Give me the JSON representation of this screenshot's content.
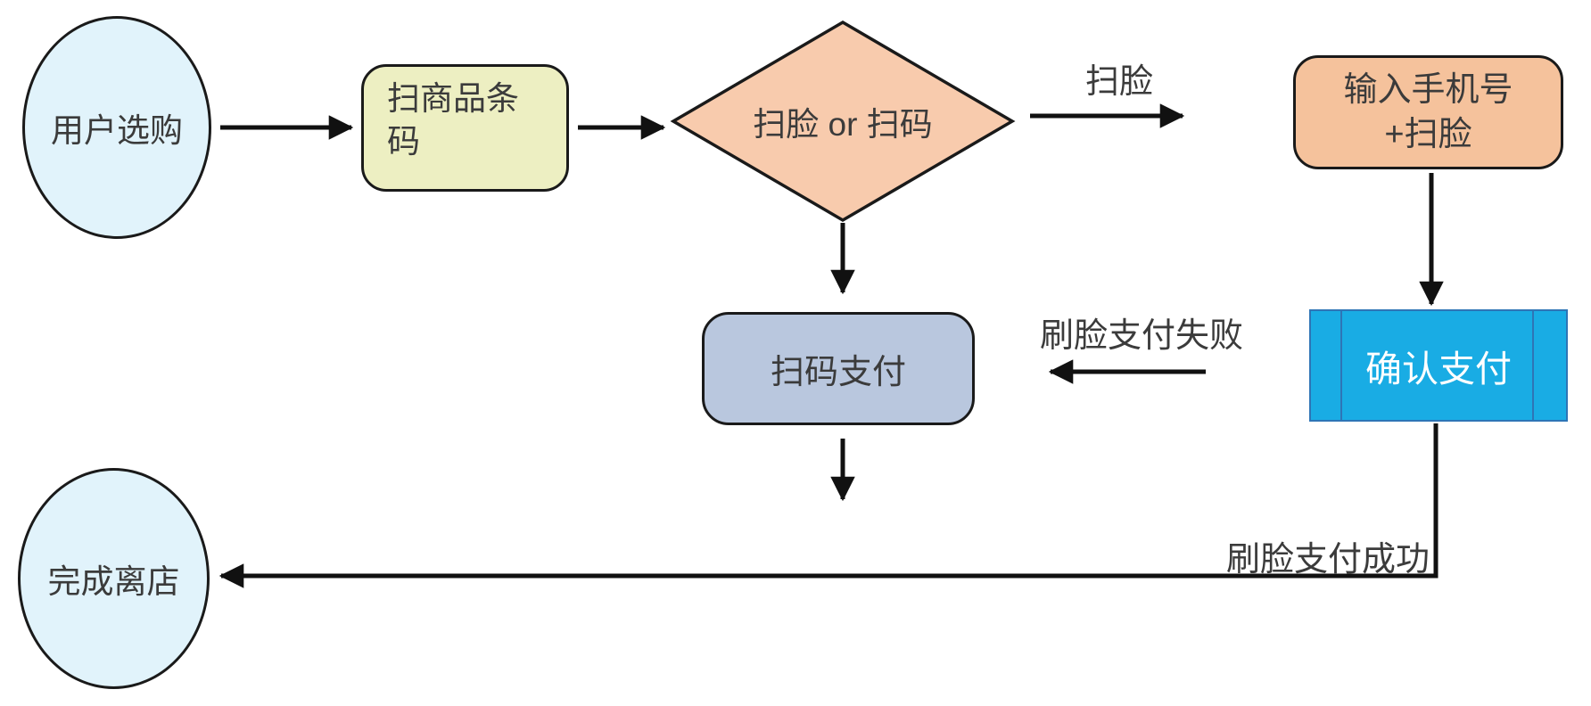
{
  "diagram": {
    "type": "flowchart",
    "nodes": {
      "start": {
        "label": "用户选购",
        "shape": "ellipse",
        "fill": "#E1F3FB"
      },
      "scan_barcode": {
        "line1": "扫商品条",
        "line2": "码",
        "shape": "rounded-rect",
        "fill": "#EDEFC2"
      },
      "decision": {
        "label": "扫脸 or 扫码",
        "shape": "diamond",
        "fill": "#F8CBAD"
      },
      "enter_phone": {
        "line1": "输入手机号",
        "line2": "+扫脸",
        "shape": "rounded-rect",
        "fill": "#F5C29C"
      },
      "confirm_pay": {
        "label": "确认支付",
        "shape": "predefined-process",
        "fill": "#19ACE4",
        "text_color": "#FFFFFF",
        "bar_color": "#2E75B6"
      },
      "scan_code_pay": {
        "label": "扫码支付",
        "shape": "rounded-rect",
        "fill": "#B9C7DE"
      },
      "end": {
        "label": "完成离店",
        "shape": "ellipse",
        "fill": "#E1F3FB"
      }
    },
    "edge_labels": {
      "scan_face": "扫脸",
      "face_pay_failed": "刷脸支付失败",
      "face_pay_success": "刷脸支付成功"
    },
    "colors": {
      "edge_stroke": "#111111",
      "node_border": "#1A1A1A",
      "text": "#3B3B3B",
      "background": "#FFFFFF"
    }
  }
}
